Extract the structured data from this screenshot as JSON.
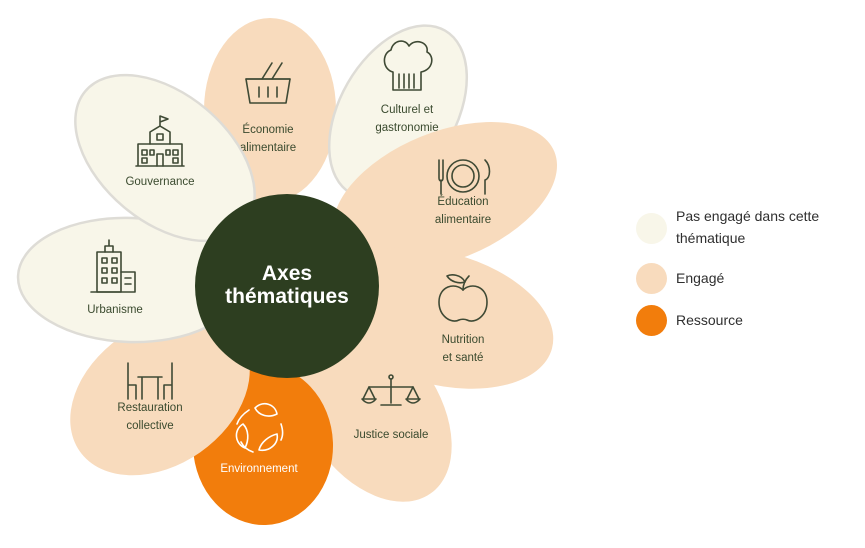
{
  "center": {
    "line1": "Axes",
    "line2": "thématiques"
  },
  "colors": {
    "not_engaged": "#f8f6e9",
    "not_engaged_border": "#dedcd6",
    "engaged": "#f8dbbd",
    "resource": "#f27d0c",
    "center": "#2d3e20"
  },
  "petals": [
    {
      "id": "economie",
      "status": "engaged",
      "icon": "basket-icon",
      "label1": "Économie",
      "label2": "alimentaire"
    },
    {
      "id": "culturel",
      "status": "not_engaged",
      "icon": "chef-hat-icon",
      "label1": "Culturel et",
      "label2": "gastronomie"
    },
    {
      "id": "education",
      "status": "engaged",
      "icon": "plate-cutlery-icon",
      "label1": "Éducation",
      "label2": "alimentaire"
    },
    {
      "id": "nutrition",
      "status": "engaged",
      "icon": "apple-icon",
      "label1": "Nutrition",
      "label2": "et santé"
    },
    {
      "id": "justice",
      "status": "engaged",
      "icon": "scales-icon",
      "label1": "Justice sociale",
      "label2": ""
    },
    {
      "id": "environnement",
      "status": "resource",
      "icon": "recycle-leaves-icon",
      "label1": "Environnement",
      "label2": ""
    },
    {
      "id": "restauration",
      "status": "engaged",
      "icon": "table-chairs-icon",
      "label1": "Restauration",
      "label2": "collective"
    },
    {
      "id": "urbanisme",
      "status": "not_engaged",
      "icon": "buildings-icon",
      "label1": "Urbanisme",
      "label2": ""
    },
    {
      "id": "gouvernance",
      "status": "not_engaged",
      "icon": "town-hall-icon",
      "label1": "Gouvernance",
      "label2": ""
    }
  ],
  "legend": [
    {
      "status": "not_engaged",
      "label": "Pas engagé dans cette thématique"
    },
    {
      "status": "engaged",
      "label": "Engagé"
    },
    {
      "status": "resource",
      "label": "Ressource"
    }
  ]
}
